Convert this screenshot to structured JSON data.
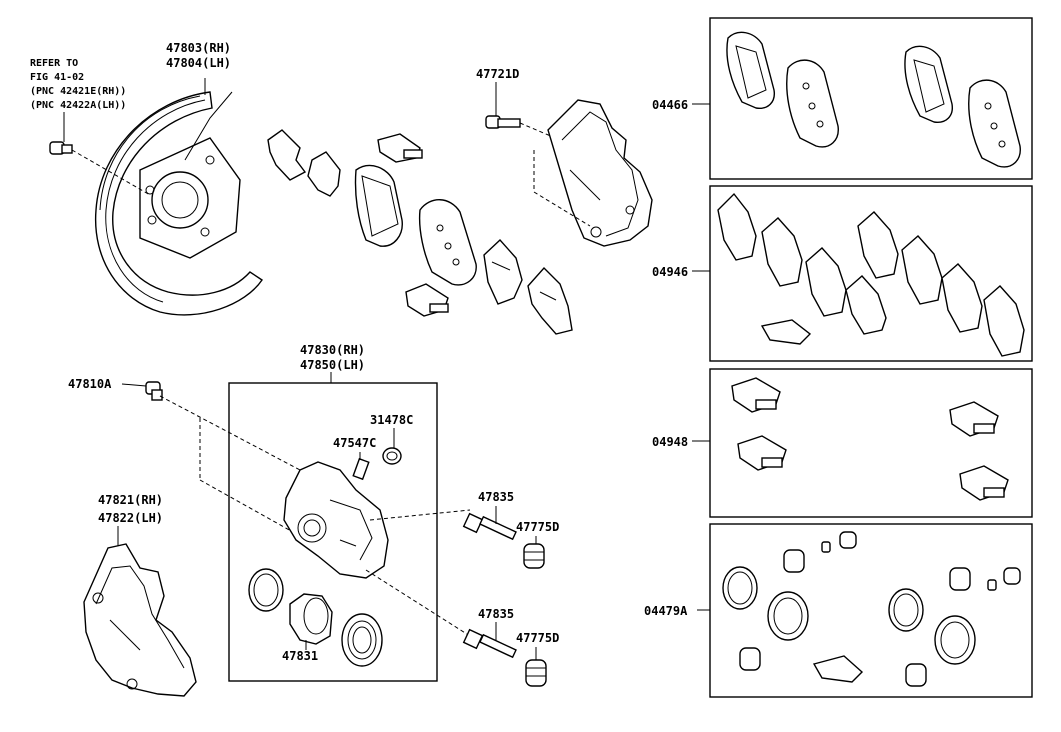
{
  "labels": {
    "refer_note": [
      "REFER TO",
      "FIG 41-02",
      "(PNC 42421E(RH))",
      "(PNC 42422A(LH))"
    ],
    "backing_plate_rh": "47803(RH)",
    "backing_plate_lh": "47804(LH)",
    "bolt_top": "47721D",
    "caliper_assy_rh": "47830(RH)",
    "caliper_assy_lh": "47850(LH)",
    "bolt_left": "47810A",
    "bleeder_cap": "31478C",
    "bleeder_plug": "47547C",
    "pin_upper": "47835",
    "boot_upper": "47775D",
    "pin_lower": "47835",
    "boot_lower": "47775D",
    "mounting_rh": "47821(RH)",
    "mounting_lh": "47822(LH)",
    "piston": "47831",
    "kit_pads": "04466",
    "kit_shims": "04946",
    "kit_fitting": "04948",
    "kit_cylinder": "04479A"
  }
}
